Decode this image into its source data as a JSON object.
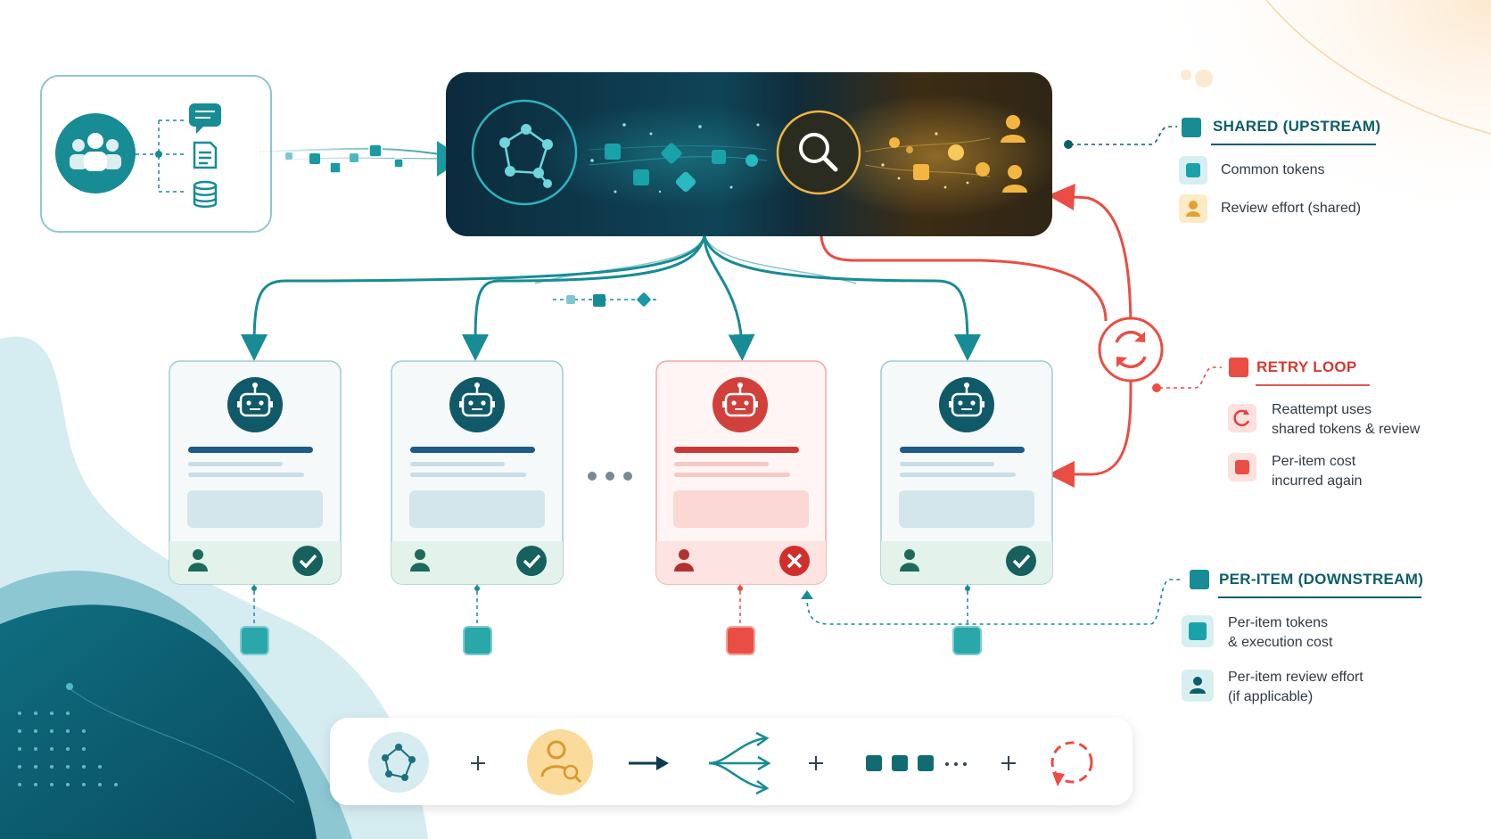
{
  "colors": {
    "teal": "#178c95",
    "teal_dark": "#0d5e6a",
    "navy": "#0f3a4f",
    "gold": "#f2b640",
    "red": "#e2403c",
    "pink_bg": "#fde8e6",
    "mint_bg": "#e4f4ec"
  },
  "legend": {
    "shared": {
      "title": "SHARED (UPSTREAM)",
      "items": [
        {
          "icon": "teal-square-icon",
          "label": "Common tokens"
        },
        {
          "icon": "person-icon",
          "label": "Review effort (shared)"
        }
      ]
    },
    "retry": {
      "title": "RETRY LOOP",
      "items": [
        {
          "icon": "retry-arrow-icon",
          "label": "Reattempt uses\nshared tokens & review"
        },
        {
          "icon": "red-square-icon",
          "label": "Per-item cost\nincurred again"
        }
      ]
    },
    "per_item": {
      "title": "PER-ITEM (DOWNSTREAM)",
      "items": [
        {
          "icon": "teal-square-icon",
          "label": "Per-item tokens\n& execution cost"
        },
        {
          "icon": "person-icon",
          "label": "Per-item review effort\n(if applicable)"
        }
      ]
    }
  },
  "source_icons": [
    "users-icon",
    "chat-icon",
    "document-icon",
    "database-icon"
  ],
  "pipeline_icons": [
    "network-icon",
    "magnifier-icon",
    "reviewer-person-icon"
  ],
  "items": [
    {
      "status": "success"
    },
    {
      "status": "success"
    },
    {
      "status": "failed"
    },
    {
      "status": "success"
    }
  ],
  "formula_icons": [
    "network-icon",
    "plus-icon",
    "reviewer-search-icon",
    "arrow-icon",
    "fan-out-icon",
    "plus-icon",
    "squares-icon",
    "plus-icon",
    "retry-loop-icon"
  ]
}
